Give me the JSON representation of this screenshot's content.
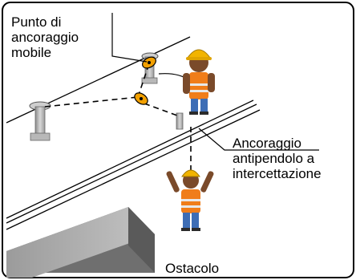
{
  "labels": {
    "mobile_anchor": "Punto di\nancoraggio\nmobile",
    "anti_pendulum_anchor": "Ancoraggio\nantipendolo a\nintercettazione",
    "obstacle": "Ostacolo"
  },
  "icons": [
    "anchor-post-icon",
    "fall-arrester-device-icon",
    "worker-icon",
    "falling-worker-icon",
    "obstacle-block-icon"
  ],
  "colors": {
    "frame": "#000000",
    "worker_vest": "#f07d1a",
    "worker_helmet": "#f2b400",
    "worker_pants": "#3d6db5",
    "anchor_metal": "#a9a9a9",
    "obstacle": "#777777"
  }
}
